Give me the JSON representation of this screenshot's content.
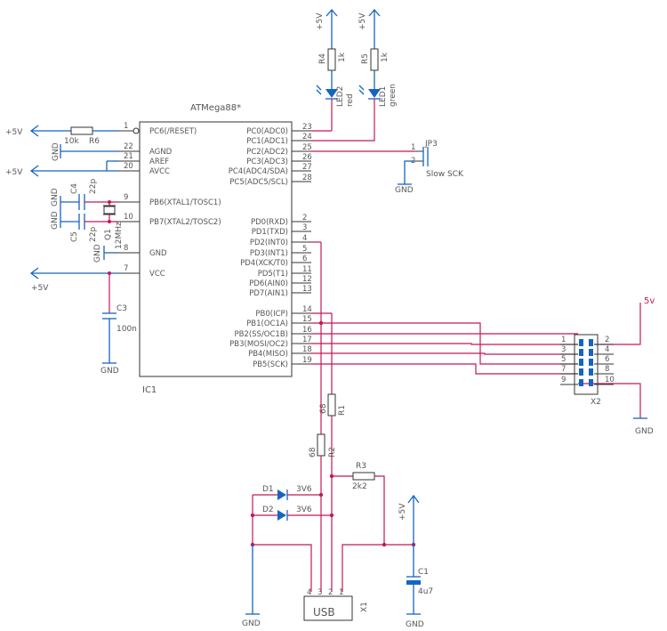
{
  "ic": {
    "name": "ATMega88*",
    "ref": "IC1"
  },
  "left_pins": [
    {
      "num": "1",
      "name": "PC6(/RESET)"
    },
    {
      "num": "22",
      "name": "AGND"
    },
    {
      "num": "21",
      "name": "AREF"
    },
    {
      "num": "20",
      "name": "AVCC"
    },
    {
      "num": "9",
      "name": "PB6(XTAL1/TOSC1)"
    },
    {
      "num": "10",
      "name": "PB7(XTAL2/TOSC2)"
    },
    {
      "num": "8",
      "name": "GND"
    },
    {
      "num": "7",
      "name": "VCC"
    }
  ],
  "right_pins": [
    {
      "num": "23",
      "name": "PC0(ADC0)"
    },
    {
      "num": "24",
      "name": "PC1(ADC1)"
    },
    {
      "num": "25",
      "name": "PC2(ADC2)"
    },
    {
      "num": "26",
      "name": "PC3(ADC3)"
    },
    {
      "num": "27",
      "name": "PC4(ADC4/SDA)"
    },
    {
      "num": "28",
      "name": "PC5(ADC5/SCL)"
    },
    {
      "num": "2",
      "name": "PD0(RXD)"
    },
    {
      "num": "3",
      "name": "PD1(TXD)"
    },
    {
      "num": "4",
      "name": "PD2(INT0)"
    },
    {
      "num": "5",
      "name": "PD3(INT1)"
    },
    {
      "num": "6",
      "name": "PD4(XCK/T0)"
    },
    {
      "num": "11",
      "name": "PD5(T1)"
    },
    {
      "num": "12",
      "name": "PD6(AIN0)"
    },
    {
      "num": "13",
      "name": "PD7(AIN1)"
    },
    {
      "num": "14",
      "name": "PB0(ICP)"
    },
    {
      "num": "15",
      "name": "PB1(OC1A)"
    },
    {
      "num": "16",
      "name": "PB2(SS/OC1B)"
    },
    {
      "num": "17",
      "name": "PB3(MOSI/OC2)"
    },
    {
      "num": "18",
      "name": "PB4(MISO)"
    },
    {
      "num": "19",
      "name": "PB5(SCK)"
    }
  ],
  "power": {
    "vcc": "+5V",
    "gnd": "GND",
    "vcc_alt": "5v"
  },
  "parts": {
    "r6": {
      "ref": "R6",
      "value": "10k"
    },
    "r4": {
      "ref": "R4",
      "value": "1k"
    },
    "r5": {
      "ref": "R5",
      "value": "1k"
    },
    "led2": {
      "ref": "LED2",
      "color": "red"
    },
    "led1": {
      "ref": "LED1",
      "color": "green"
    },
    "c4": {
      "ref": "C4",
      "value": "22p"
    },
    "c5": {
      "ref": "C5",
      "value": "22p"
    },
    "q1": {
      "ref": "Q1",
      "value": "12MHz"
    },
    "c3": {
      "ref": "C3",
      "value": "100n"
    },
    "jp3": {
      "ref": "JP3",
      "label": "Slow SCK",
      "pin1": "1",
      "pin2": "2"
    },
    "x2": {
      "ref": "X2",
      "pins_left": [
        "1",
        "3",
        "5",
        "7",
        "9"
      ],
      "pins_right": [
        "2",
        "4",
        "6",
        "8",
        "10"
      ]
    },
    "r1": {
      "ref": "R1",
      "value": "68"
    },
    "r2": {
      "ref": "R2",
      "value": "68"
    },
    "r3": {
      "ref": "R3",
      "value": "2k2"
    },
    "d1": {
      "ref": "D1",
      "value": "3V6"
    },
    "d2": {
      "ref": "D2",
      "value": "3V6"
    },
    "c1": {
      "ref": "C1",
      "value": "4u7"
    },
    "x1": {
      "ref": "X1",
      "label": "USB",
      "pins": [
        "4",
        "3",
        "2",
        "1"
      ]
    }
  }
}
